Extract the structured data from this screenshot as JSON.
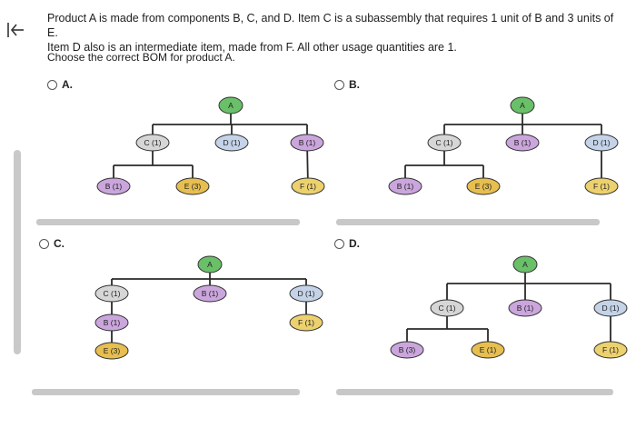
{
  "question": {
    "line1": "Product A is made from components B, C, and D. Item C is a subassembly that requires 1 unit of B and 3 units of E.",
    "line2": "Item D also is an intermediate item, made from F. All other usage quantities are 1."
  },
  "instruction": "Choose the correct BOM for product A.",
  "colors": {
    "A": "#6abf69",
    "B": "#cba6dd",
    "C": "#d6d6d6",
    "D": "#c4d3e8",
    "E": "#e7bf50",
    "F": "#ecd16e",
    "line": "#2a2a2a"
  },
  "options": [
    {
      "label": "A.",
      "nodes": [
        {
          "id": "a_A",
          "text": "A",
          "type": "A"
        },
        {
          "id": "a_C",
          "text": "C (1)",
          "type": "C"
        },
        {
          "id": "a_D",
          "text": "D (1)",
          "type": "D"
        },
        {
          "id": "a_B1",
          "text": "B (1)",
          "type": "B"
        },
        {
          "id": "a_B",
          "text": "B (1)",
          "type": "B"
        },
        {
          "id": "a_E",
          "text": "E (3)",
          "type": "E"
        },
        {
          "id": "a_F",
          "text": "F (1)",
          "type": "F"
        }
      ]
    },
    {
      "label": "B.",
      "nodes": [
        {
          "id": "b_A",
          "text": "A",
          "type": "A"
        },
        {
          "id": "b_C",
          "text": "C (1)",
          "type": "C"
        },
        {
          "id": "b_B1",
          "text": "B (1)",
          "type": "B"
        },
        {
          "id": "b_D",
          "text": "D (1)",
          "type": "D"
        },
        {
          "id": "b_B",
          "text": "B (1)",
          "type": "B"
        },
        {
          "id": "b_E",
          "text": "E (3)",
          "type": "E"
        },
        {
          "id": "b_F",
          "text": "F (1)",
          "type": "F"
        }
      ]
    },
    {
      "label": "C.",
      "nodes": [
        {
          "id": "c_A",
          "text": "A",
          "type": "A"
        },
        {
          "id": "c_C",
          "text": "C (1)",
          "type": "C"
        },
        {
          "id": "c_B1",
          "text": "B (1)",
          "type": "B"
        },
        {
          "id": "c_D",
          "text": "D (1)",
          "type": "D"
        },
        {
          "id": "c_B",
          "text": "B (1)",
          "type": "B"
        },
        {
          "id": "c_E",
          "text": "E (3)",
          "type": "E"
        },
        {
          "id": "c_F",
          "text": "F (1)",
          "type": "F"
        }
      ]
    },
    {
      "label": "D.",
      "nodes": [
        {
          "id": "d_A",
          "text": "A",
          "type": "A"
        },
        {
          "id": "d_C",
          "text": "C (1)",
          "type": "C"
        },
        {
          "id": "d_B1",
          "text": "B (1)",
          "type": "B"
        },
        {
          "id": "d_D",
          "text": "D (1)",
          "type": "D"
        },
        {
          "id": "d_B",
          "text": "B (3)",
          "type": "B"
        },
        {
          "id": "d_E",
          "text": "E (1)",
          "type": "E"
        },
        {
          "id": "d_F",
          "text": "F (1)",
          "type": "F"
        }
      ]
    }
  ]
}
